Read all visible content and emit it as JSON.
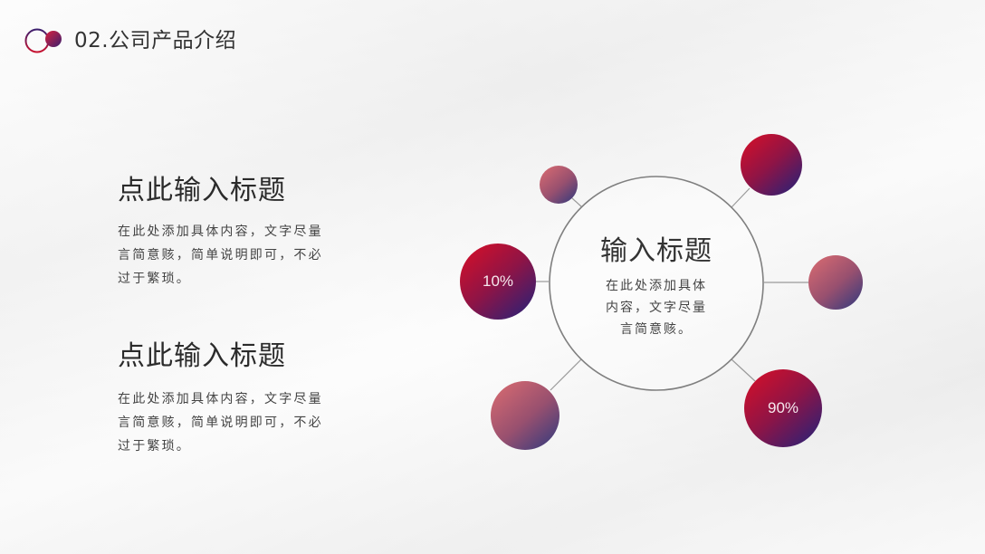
{
  "header": {
    "title": "02.公司产品介绍",
    "logo_icon": "overlapping-circles-logo"
  },
  "blocks": [
    {
      "title": "点此输入标题",
      "body_lines": [
        "在此处添加具体内容，文字尽量",
        "言简意赅，简单说明即可，不必",
        "过于繁琐。"
      ]
    },
    {
      "title": "点此输入标题",
      "body_lines": [
        "在此处添加具体内容，文字尽量",
        "言简意赅，简单说明即可，不必",
        "过于繁琐。"
      ]
    }
  ],
  "diagram": {
    "center": {
      "title": "输入标题",
      "body_lines": [
        "在此处添加具体",
        "内容，文字尽量",
        "言简意赅。"
      ]
    },
    "nodes": [
      {
        "id": "left",
        "label": "10%"
      },
      {
        "id": "bottom-right",
        "label": "90%"
      },
      {
        "id": "top-left",
        "label": ""
      },
      {
        "id": "top-right",
        "label": ""
      },
      {
        "id": "right",
        "label": ""
      },
      {
        "id": "bottom-left",
        "label": ""
      }
    ]
  },
  "colors": {
    "accent_red": "#c8102e",
    "accent_purple": "#3b1f6e",
    "muted_red": "#c9606a",
    "muted_purple": "#4a3f7a",
    "text_dark": "#333333",
    "line_gray": "#8a8a8a"
  }
}
